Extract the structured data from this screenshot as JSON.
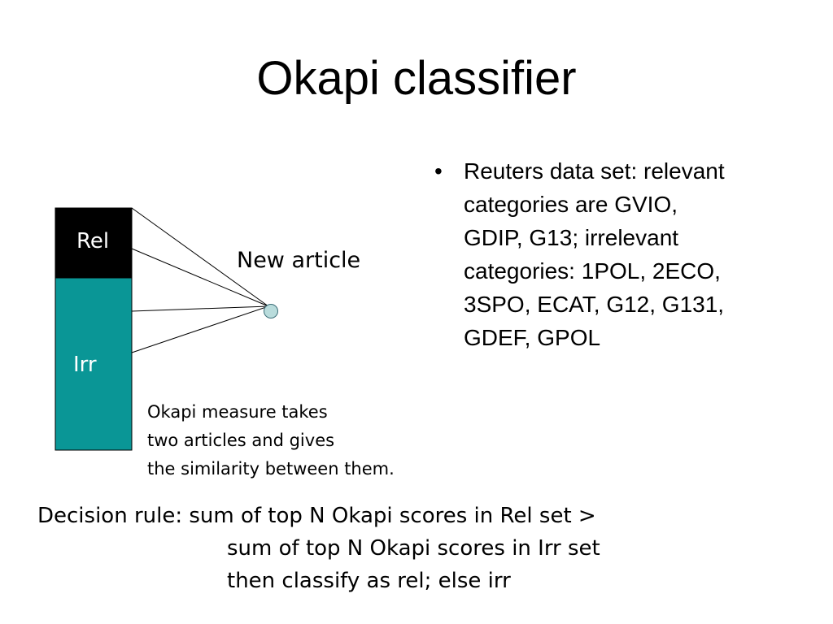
{
  "title": "Okapi classifier",
  "bullet": {
    "symbol": "•",
    "lines": [
      "Reuters data set: relevant",
      "categories are GVIO,",
      "GDIP, G13; irrelevant",
      "categories: 1POL, 2ECO,",
      "3SPO, ECAT, G12, G131,",
      "GDEF, GPOL"
    ]
  },
  "diagram": {
    "rel_label": "Rel",
    "irr_label": "Irr",
    "new_article_label": "New article",
    "colors": {
      "rel_box": "#000000",
      "irr_box": "#0a9696",
      "article_node": "#b9dcdc"
    }
  },
  "okapi_note": {
    "lines": [
      "Okapi measure takes",
      "two articles and gives",
      "the similarity between them."
    ]
  },
  "decision_rule": {
    "lines": [
      "Decision rule: sum of top N Okapi scores in Rel set >",
      "sum of top N Okapi scores in Irr set",
      "then classify as rel; else irr"
    ]
  }
}
